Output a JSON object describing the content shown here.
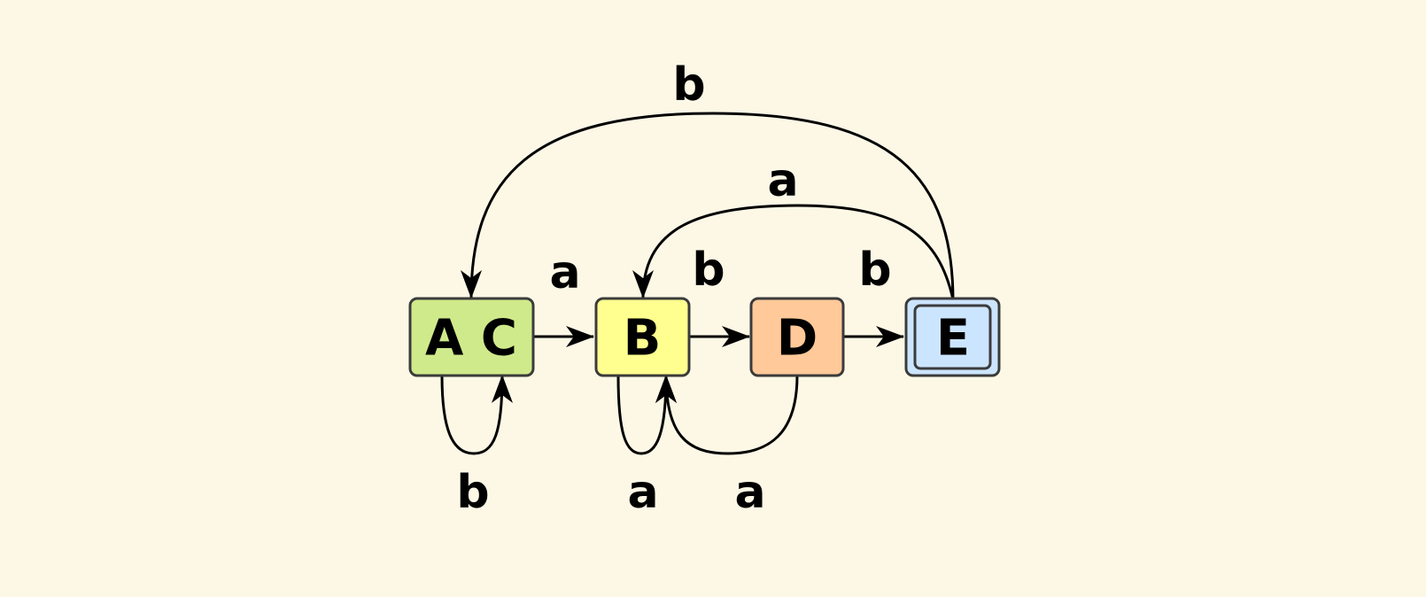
{
  "colors": {
    "background": "#fdf8e6",
    "state_ac": "#cfea8b",
    "state_b": "#ffff8f",
    "state_d": "#ffc999",
    "state_e": "#cce5ff"
  },
  "states": {
    "ac": "A C",
    "b": "B",
    "d": "D",
    "e": "E"
  },
  "accepting_state": "E",
  "edges": {
    "ac_b": "a",
    "ac_loop": "b",
    "b_d": "b",
    "b_loop": "a",
    "d_e": "b",
    "d_b": "a",
    "e_b": "a",
    "e_ac": "b"
  }
}
